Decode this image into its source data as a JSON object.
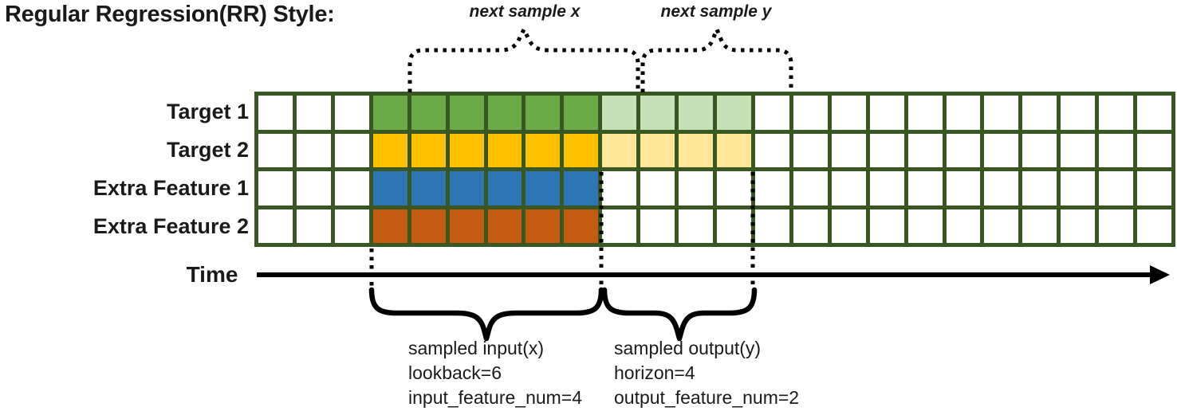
{
  "title": "Regular Regression(RR) Style:",
  "annotations": {
    "next_sample_x": "next sample x",
    "next_sample_y": "next sample y",
    "time_label": "Time",
    "input_lines": [
      "sampled input(x)",
      "lookback=6",
      "input_feature_num=4"
    ],
    "output_lines": [
      "sampled output(y)",
      "horizon=4",
      "output_feature_num=2"
    ]
  },
  "colors": {
    "grid_border": "#385723",
    "cell_empty": "#FFFFFF",
    "annotation_ink": "#000000"
  },
  "grid": {
    "columns": 24,
    "input_start_col": 3,
    "lookback": 6,
    "horizon": 4,
    "rows": [
      {
        "label": "Target 1",
        "input_color": "#6BAB47",
        "output_color": "#C5E0B4"
      },
      {
        "label": "Target 2",
        "input_color": "#FFC000",
        "output_color": "#FFE699"
      },
      {
        "label": "Extra Feature 1",
        "input_color": "#2E75B6",
        "output_color": null
      },
      {
        "label": "Extra Feature 2",
        "input_color": "#C55A11",
        "output_color": null
      }
    ]
  }
}
